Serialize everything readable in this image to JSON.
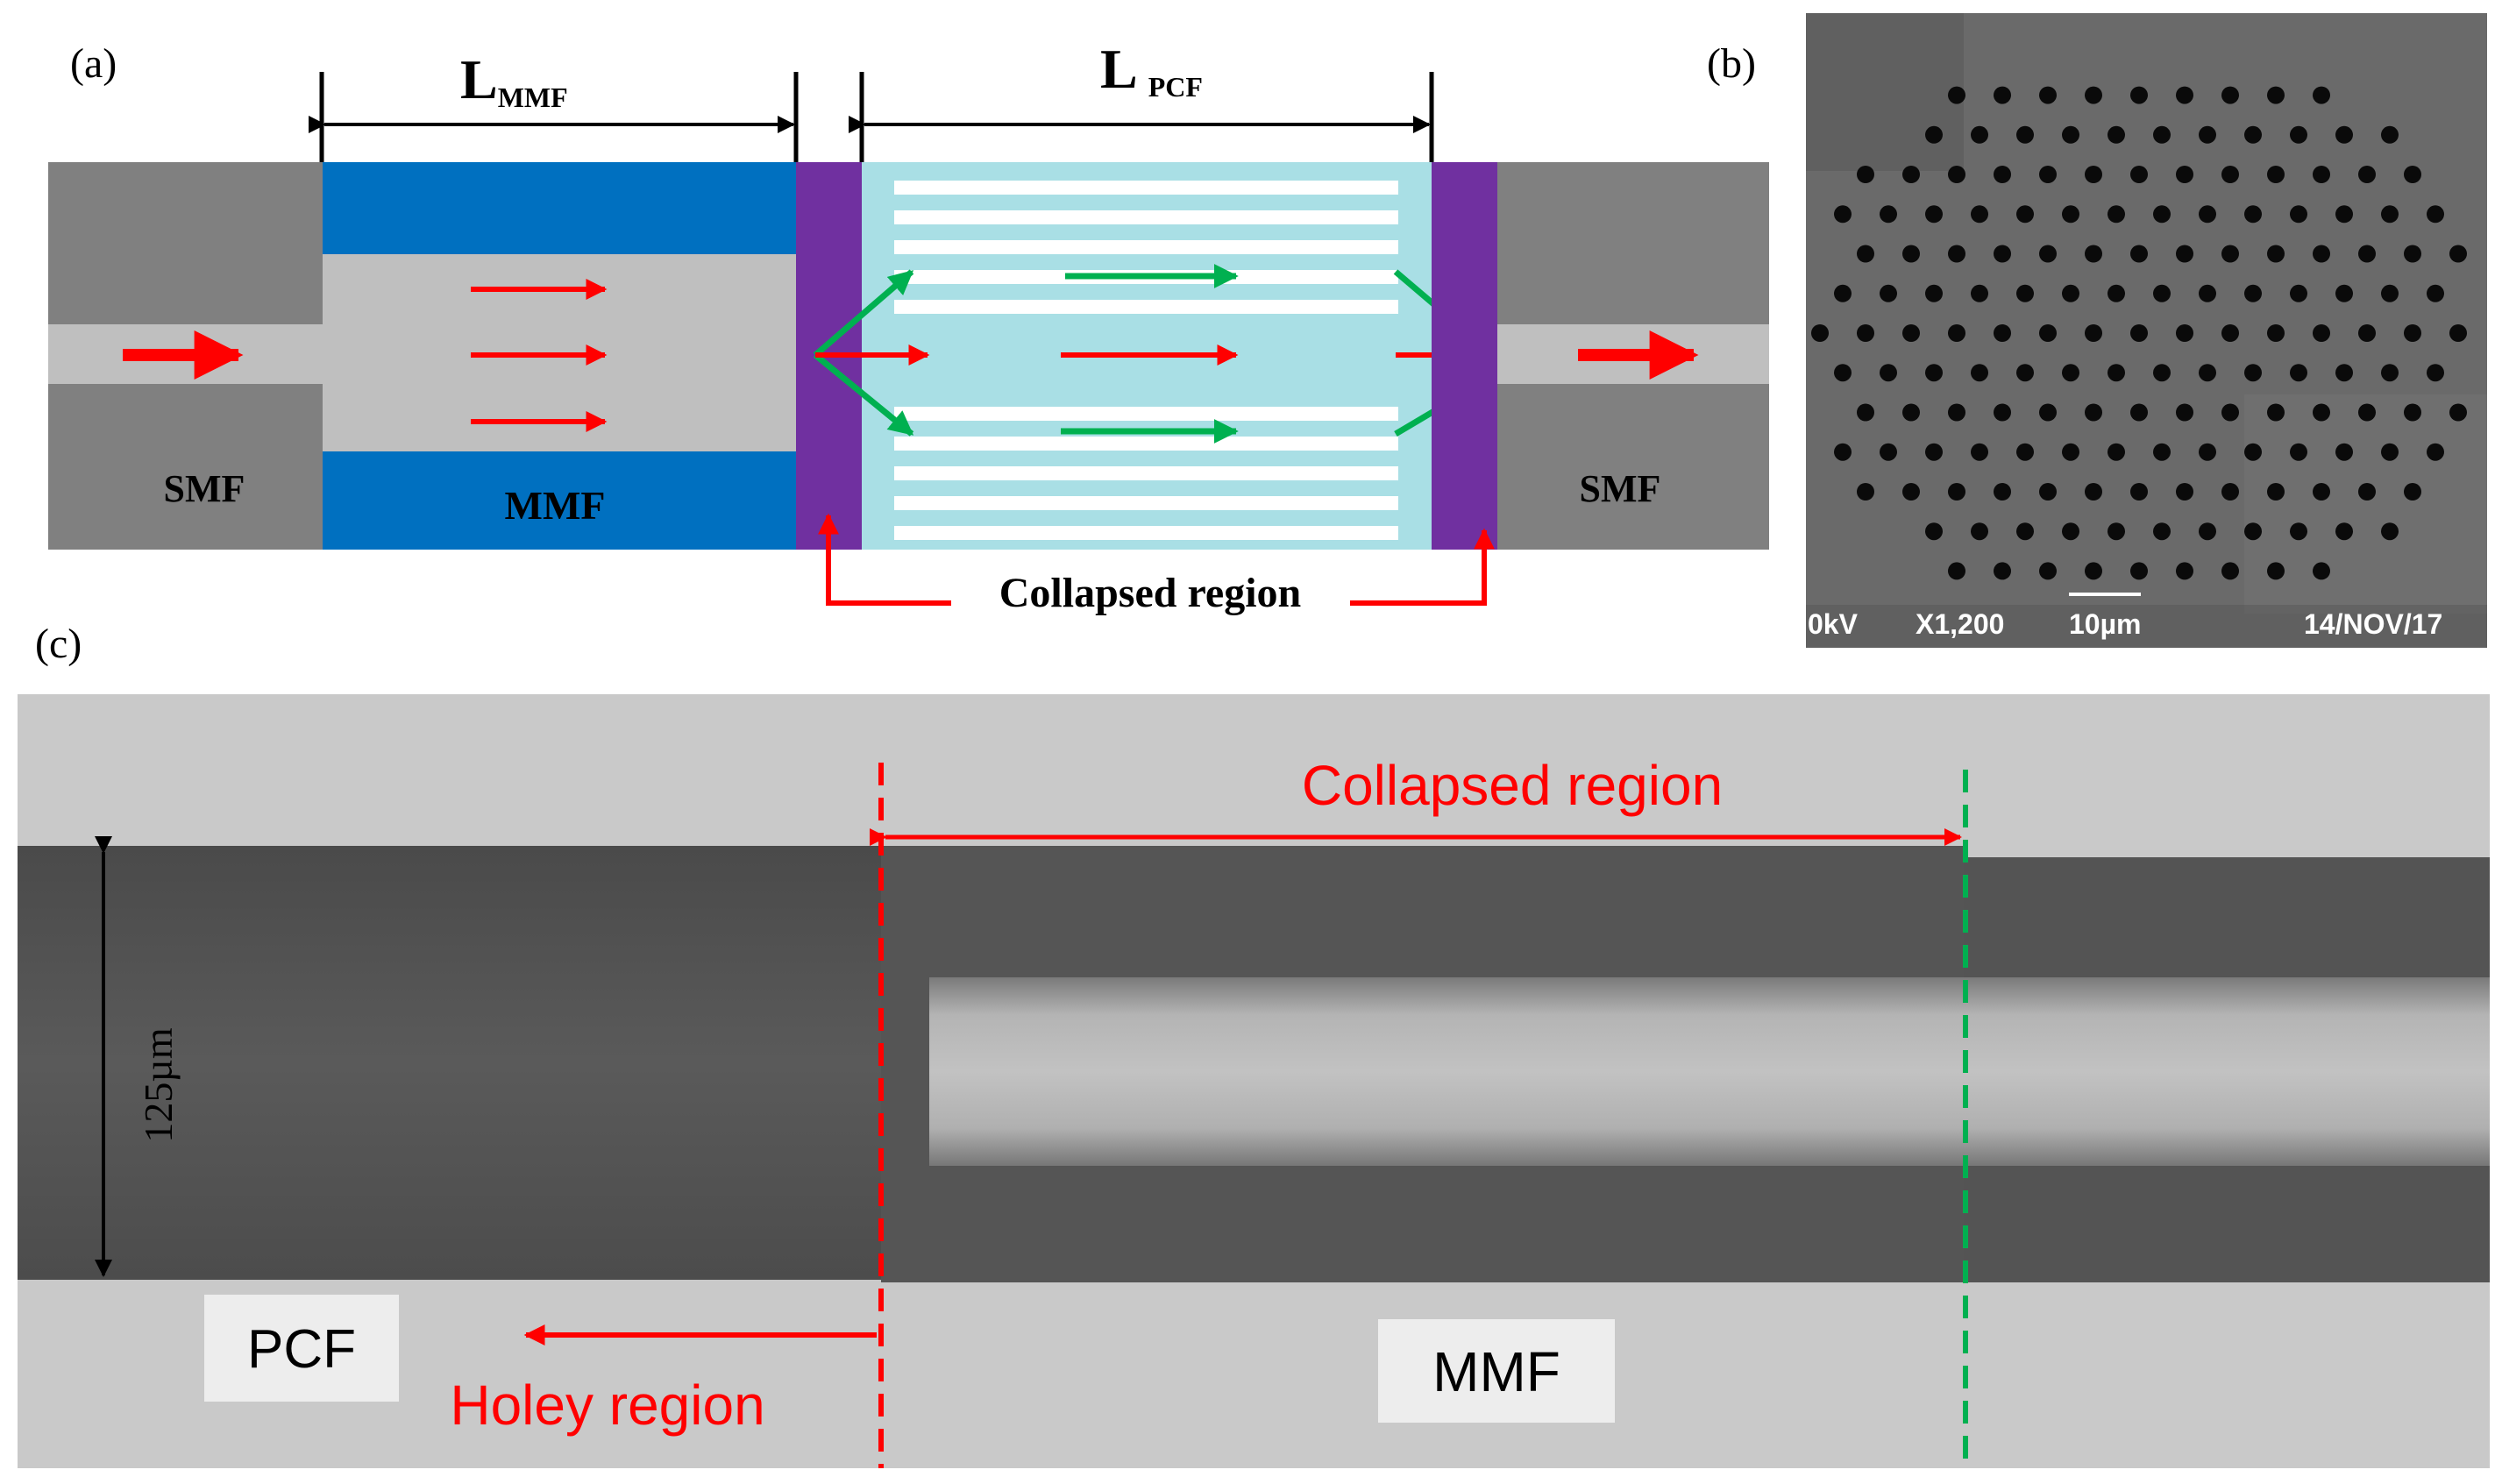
{
  "panel_a": {
    "label": "(a)",
    "l_mmf": {
      "main": "L",
      "sub": "MMF"
    },
    "l_pcf": {
      "main": "L",
      "sub": "PCF"
    },
    "smf_left": "SMF",
    "mmf": "MMF",
    "smf_right": "SMF",
    "collapsed_region": "Collapsed region"
  },
  "panel_b": {
    "label": "(b)",
    "sem_info": {
      "voltage": "0kV",
      "magnification": "X1,200",
      "scale": "10µm",
      "date": "14/NOV/17"
    }
  },
  "panel_c": {
    "label": "(c)",
    "collapsed_region": "Collapsed region",
    "diameter": "125µm",
    "pcf": "PCF",
    "holey_region": "Holey region",
    "mmf": "MMF"
  },
  "colors": {
    "smf_gray": "#808080",
    "mmf_blue": "#0070c0",
    "core_gray": "#bfbfbf",
    "pcf_cyan": "#a9dfe5",
    "collapse_purple": "#7030a0",
    "arrow_red": "#ff0000",
    "arrow_green": "#00b050"
  }
}
